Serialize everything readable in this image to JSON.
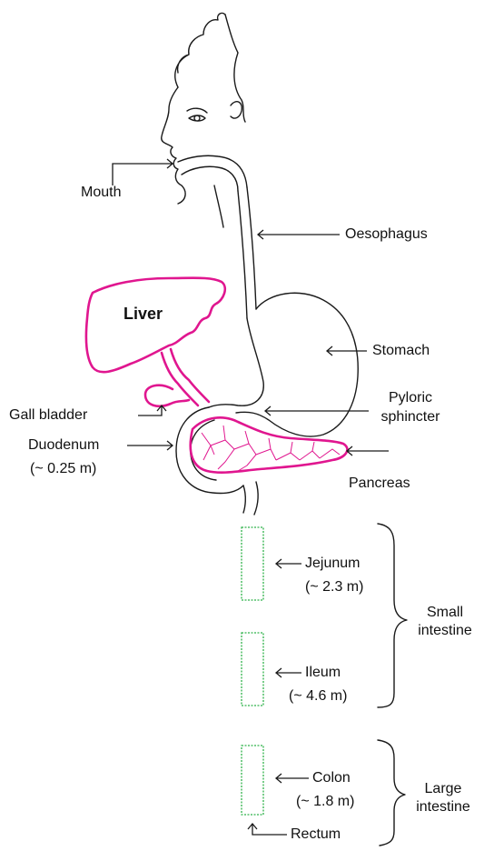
{
  "colors": {
    "outline": "#1a1a1a",
    "liver_pancreas": "#e0168f",
    "intestine_segments": "#2fb24a"
  },
  "labels": {
    "liver": "Liver",
    "mouth": "Mouth",
    "oesophagus": "Oesophagus",
    "stomach": "Stomach",
    "gall_bladder": "Gall bladder",
    "pyloric_line1": "Pyloric",
    "pyloric_line2": "sphincter",
    "duodenum": "Duodenum",
    "duodenum_length": "(~ 0.25 m)",
    "pancreas": "Pancreas",
    "jejunum": "Jejunum",
    "jejunum_length": "(~ 2.3 m)",
    "ileum": "Ileum",
    "ileum_length": "(~ 4.6 m)",
    "small_intestine_line1": "Small",
    "small_intestine_line2": "intestine",
    "colon": "Colon",
    "colon_length": "(~ 1.8 m)",
    "rectum": "Rectum",
    "large_intestine_line1": "Large",
    "large_intestine_line2": "intestine"
  }
}
